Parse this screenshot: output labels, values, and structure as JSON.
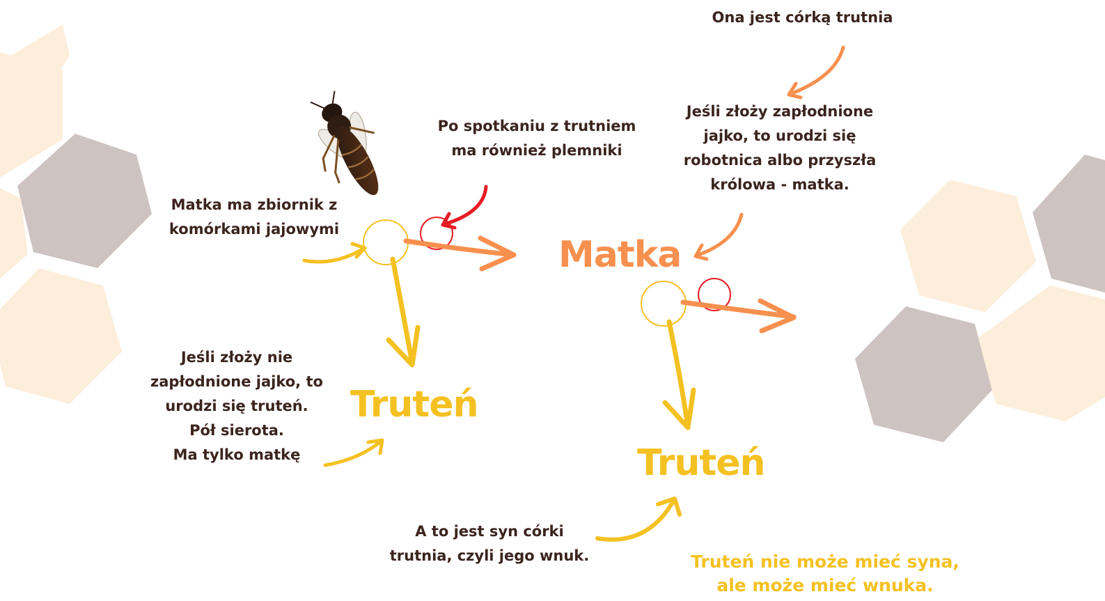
{
  "colors": {
    "hex_peach": "#fdeedb",
    "hex_grey": "#cdc3c0",
    "orange": "#f7904e",
    "yellow": "#f4c122",
    "red": "#e81c24",
    "text_dark": "#3b241e"
  },
  "notes": {
    "drone_daughter": "Ona jest córką trutnia",
    "queen_reservoir": [
      "Matka ma zbiornik z",
      "komórkami jajowymi"
    ],
    "after_meeting": [
      "Po spotkaniu z trutniem",
      "ma również plemniki"
    ],
    "fertilized_egg": [
      "Jeśli złoży zapłodnione",
      "jajko, to urodzi się",
      "robotnica albo przyszła",
      "królowa - matka."
    ],
    "unfertilized_egg": [
      "Jeśli złoży nie",
      "zapłodnione jajko, to",
      "urodzi się truteń.",
      "Pół sierota.",
      "Ma tylko matkę"
    ],
    "grandson": [
      "A to jest syn córki",
      "trutnia, czyli jego wnuk."
    ]
  },
  "labels": {
    "queen": "Matka",
    "drone_1": "Truteń",
    "drone_2": "Truteń"
  },
  "conclusion": [
    "Truteń nie może mieć syna,",
    "ale może mieć wnuka."
  ],
  "icons": {
    "bee": "queen-bee-icon",
    "egg_circle": "egg-cell-circle",
    "sperm_circle": "sperm-cell-circle"
  }
}
